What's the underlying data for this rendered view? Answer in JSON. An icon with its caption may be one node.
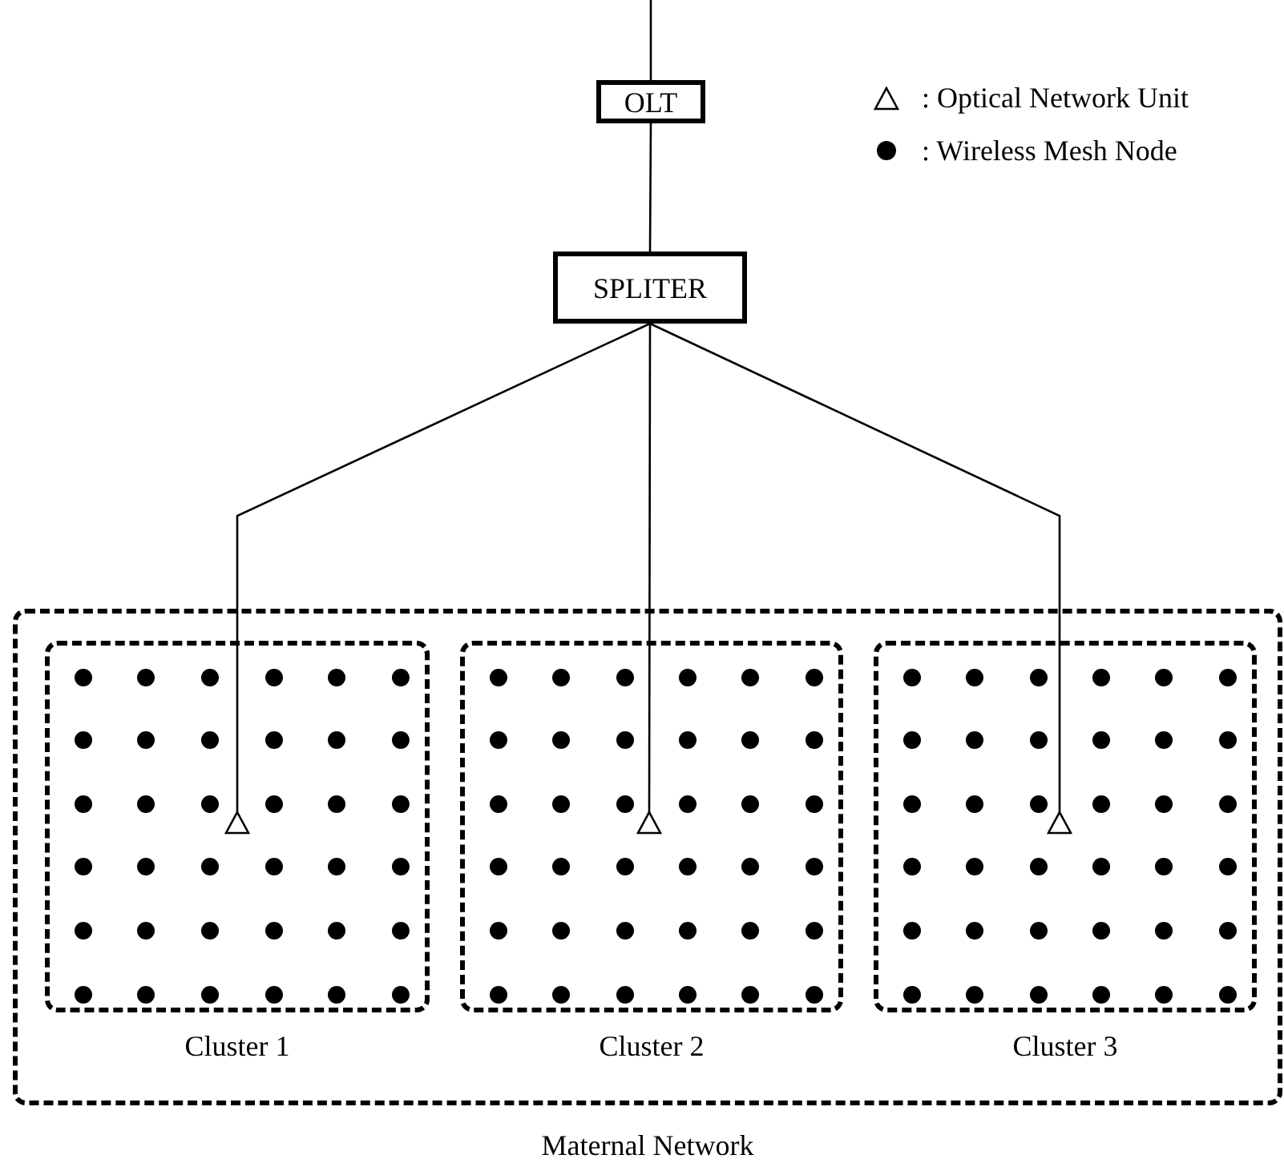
{
  "diagram": {
    "nodes": [
      {
        "text": [
          "OLT"
        ]
      },
      {
        "text": [
          "SPLITER"
        ]
      },
      {
        "text": [
          "Maternal Network"
        ]
      },
      {
        "text": [
          "Cluster 1"
        ],
        "in": 2
      },
      {
        "text": [],
        "shape": "triangle",
        "in": 3
      },
      {
        "text": [
          "Cluster 2"
        ],
        "in": 2
      },
      {
        "text": [],
        "shape": "triangle",
        "in": 5
      },
      {
        "text": [
          "Cluster 3"
        ],
        "in": 2
      },
      {
        "text": [],
        "shape": "triangle",
        "in": 7
      }
    ],
    "edges": [
      {
        "from": null,
        "to": 0,
        "arrow": "none"
      },
      {
        "from": 0,
        "to": 1,
        "arrow": "none"
      },
      {
        "from": 1,
        "to": 4,
        "arrow": "none"
      },
      {
        "from": 1,
        "to": 6,
        "arrow": "none"
      },
      {
        "from": 1,
        "to": 8,
        "arrow": "none"
      }
    ],
    "legend": [
      {
        "text": ": Optical Network Unit"
      },
      {
        "text": ": Wireless Mesh Node"
      }
    ]
  }
}
